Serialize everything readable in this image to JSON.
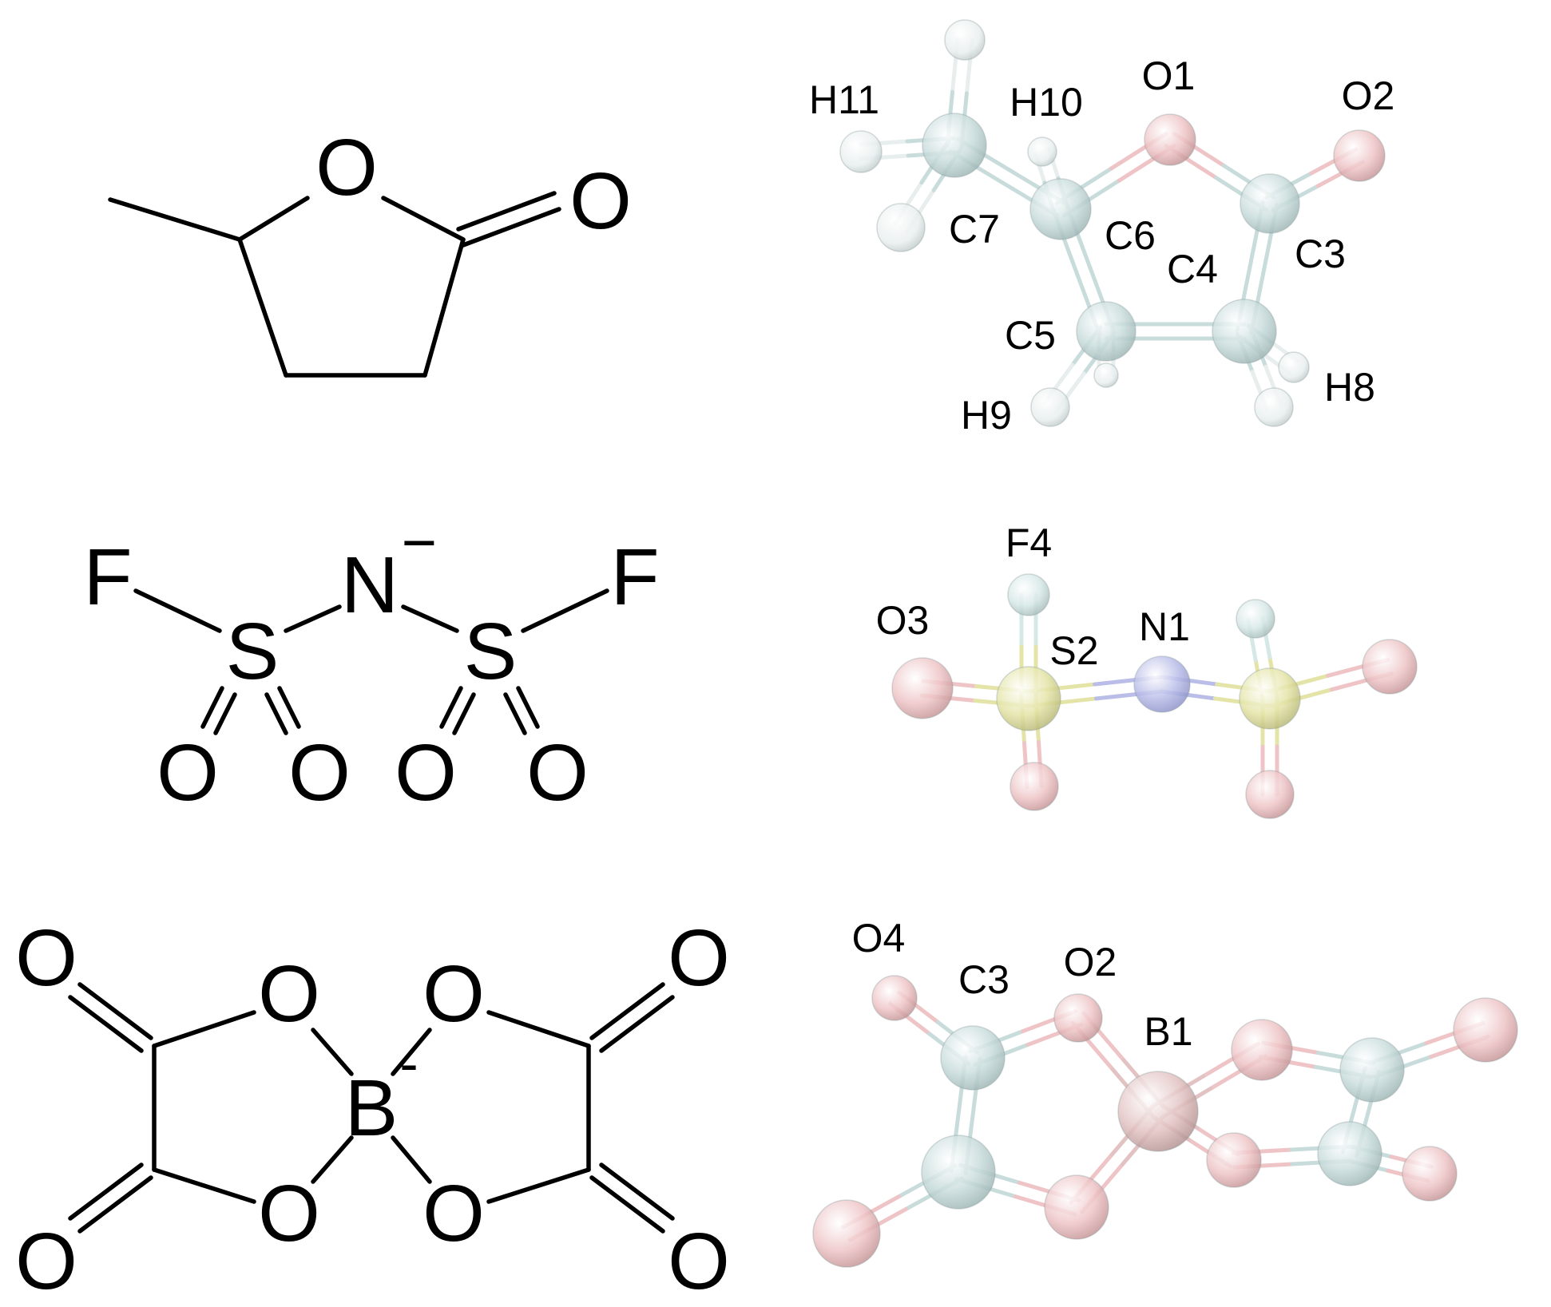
{
  "structures": {
    "gvl": {
      "ring_oxygen": "O",
      "carbonyl_oxygen": "O"
    },
    "fsi": {
      "fluorine_left": "F",
      "fluorine_right": "F",
      "nitrogen": "N",
      "charge": "−",
      "sulfur_left": "S",
      "sulfur_right": "S",
      "oxygens": [
        "O",
        "O",
        "O",
        "O"
      ]
    },
    "bob": {
      "boron": "B",
      "charge": "-",
      "ring_oxygens": [
        "O",
        "O",
        "O",
        "O"
      ],
      "carbonyl_oxygens": [
        "O",
        "O",
        "O",
        "O"
      ]
    }
  },
  "models": {
    "gvl": {
      "labels": {
        "H11": "H11",
        "H10": "H10",
        "O1": "O1",
        "O2": "O2",
        "C7": "C7",
        "C6": "C6",
        "C4": "C4",
        "C3": "C3",
        "C5": "C5",
        "H9": "H9",
        "H8": "H8"
      }
    },
    "fsi": {
      "labels": {
        "F4": "F4",
        "O3": "O3",
        "S2": "S2",
        "N1": "N1"
      }
    },
    "bob": {
      "labels": {
        "O4": "O4",
        "C3": "C3",
        "O2": "O2",
        "B1": "B1"
      }
    }
  },
  "colors": {
    "carbon": "#c9dcdc",
    "hydrogen": "#e8eeee",
    "oxygen": "#eec4c6",
    "nitrogen": "#b9bde8",
    "sulfur": "#e4e4a8",
    "fluorine": "#d6e8e6",
    "boron": "#e2c2c2"
  }
}
